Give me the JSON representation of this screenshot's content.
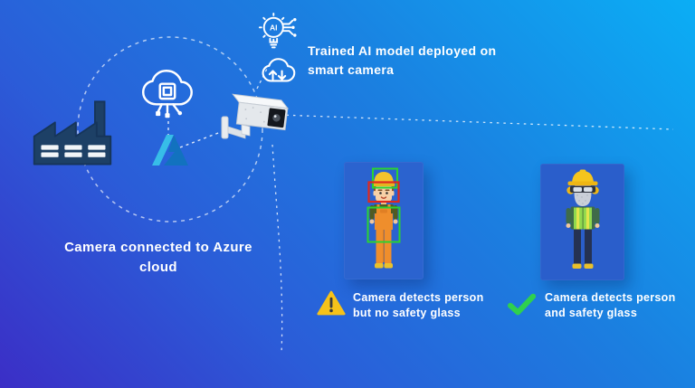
{
  "background": {
    "gradient_start": "#3b2ec6",
    "gradient_end": "#0baef5"
  },
  "colors": {
    "panel_blue": "#2b63cf",
    "panel_blue_right": "#2a5ecb",
    "warning_yellow": "#f6c21a",
    "success_green": "#2fd04e",
    "detection_box_green": "#2bd331",
    "detection_box_red": "#df2a1e",
    "azure_light": "#37bde8",
    "azure_dark": "#1272bf",
    "factory_navy": "#1d4066",
    "connector_white": "#ffffff"
  },
  "annotations": {
    "deployed": {
      "line1": "Trained AI model deployed on",
      "line2": "smart camera"
    },
    "connected": {
      "line1": "Camera connected to Azure",
      "line2": "cloud"
    }
  },
  "detections": [
    {
      "icon": "warning-triangle-icon",
      "line1": "Camera detects person",
      "line2": "but no safety glass"
    },
    {
      "icon": "check-icon",
      "line1": "Camera detects person",
      "line2": "and safety glass"
    }
  ],
  "icons": {
    "ai_bulb_label": "AI",
    "names": [
      "factory-icon",
      "cloud-chip-icon",
      "azure-logo",
      "cctv-camera-icon",
      "ai-lightbulb-icon",
      "cloud-sync-icon",
      "warning-triangle-icon",
      "check-icon",
      "detection-box-hat",
      "detection-box-face",
      "detection-box-body"
    ]
  }
}
